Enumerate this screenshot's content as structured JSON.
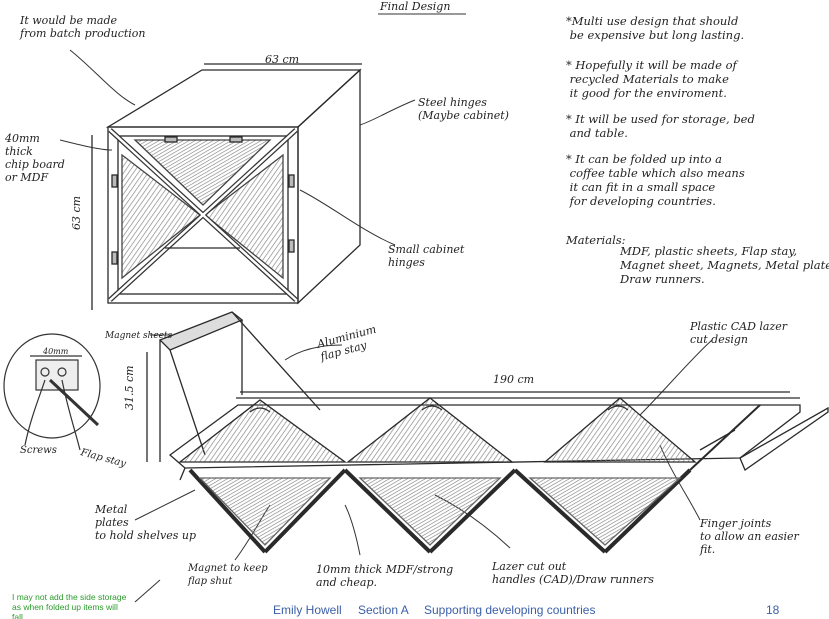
{
  "title": "Final Design",
  "annotations": {
    "batch": "It would be made\nfrom batch production",
    "width_top": "63 cm",
    "height_side": "63 cm",
    "chipboard": "40mm\nthick\nchip board\nor MDF",
    "steel_hinges": "Steel hinges\n(Maybe cabinet)",
    "small_hinges": "Small cabinet\nhinges",
    "magnet_sheets": "Magnet sheets",
    "aluminium": "Aluminium\nflap stay",
    "plastic_cad": "Plastic CAD lazer\ncut design",
    "length_190": "190 cm",
    "height_315": "31.5 cm",
    "detail_40mm": "40mm",
    "screws": "Screws",
    "flap_stay": "Flap stay",
    "metal_plates": "Metal\nplates\nto hold shelves up",
    "magnet_keep": "Magnet to keep\nflap shut",
    "thickness": "10mm thick MDF/strong\nand cheap.",
    "lazer_handles": "Lazer cut out\nhandles (CAD)/Draw runners",
    "finger_joints": "Finger joints\nto allow an easier\nfit."
  },
  "notes": [
    "*Multi use design that should\n be expensive but long lasting.",
    "* Hopefully it will be made of\n recycled Materials to make\n it good for the enviroment.",
    "* It will be used for storage, bed\n and table.",
    "* It can be folded up into a\n coffee table which also means\n it can fit in a small space\n for developing countries."
  ],
  "materials_label": "Materials:",
  "materials": "MDF, plastic sheets, Flap stay,\nMagnet sheet, Magnets, Metal plate,\nDraw runners.",
  "green_note": "I may not add the side storage\nas when folded up items will\nfall",
  "footer": {
    "author": "Emily Howell",
    "section": "Section A",
    "topic": "Supporting developing countries",
    "page": "18"
  },
  "colors": {
    "ink": "#222222",
    "shade": "#9a9a9a",
    "footer": "#3b5fa8",
    "green": "#2a9a2a"
  }
}
